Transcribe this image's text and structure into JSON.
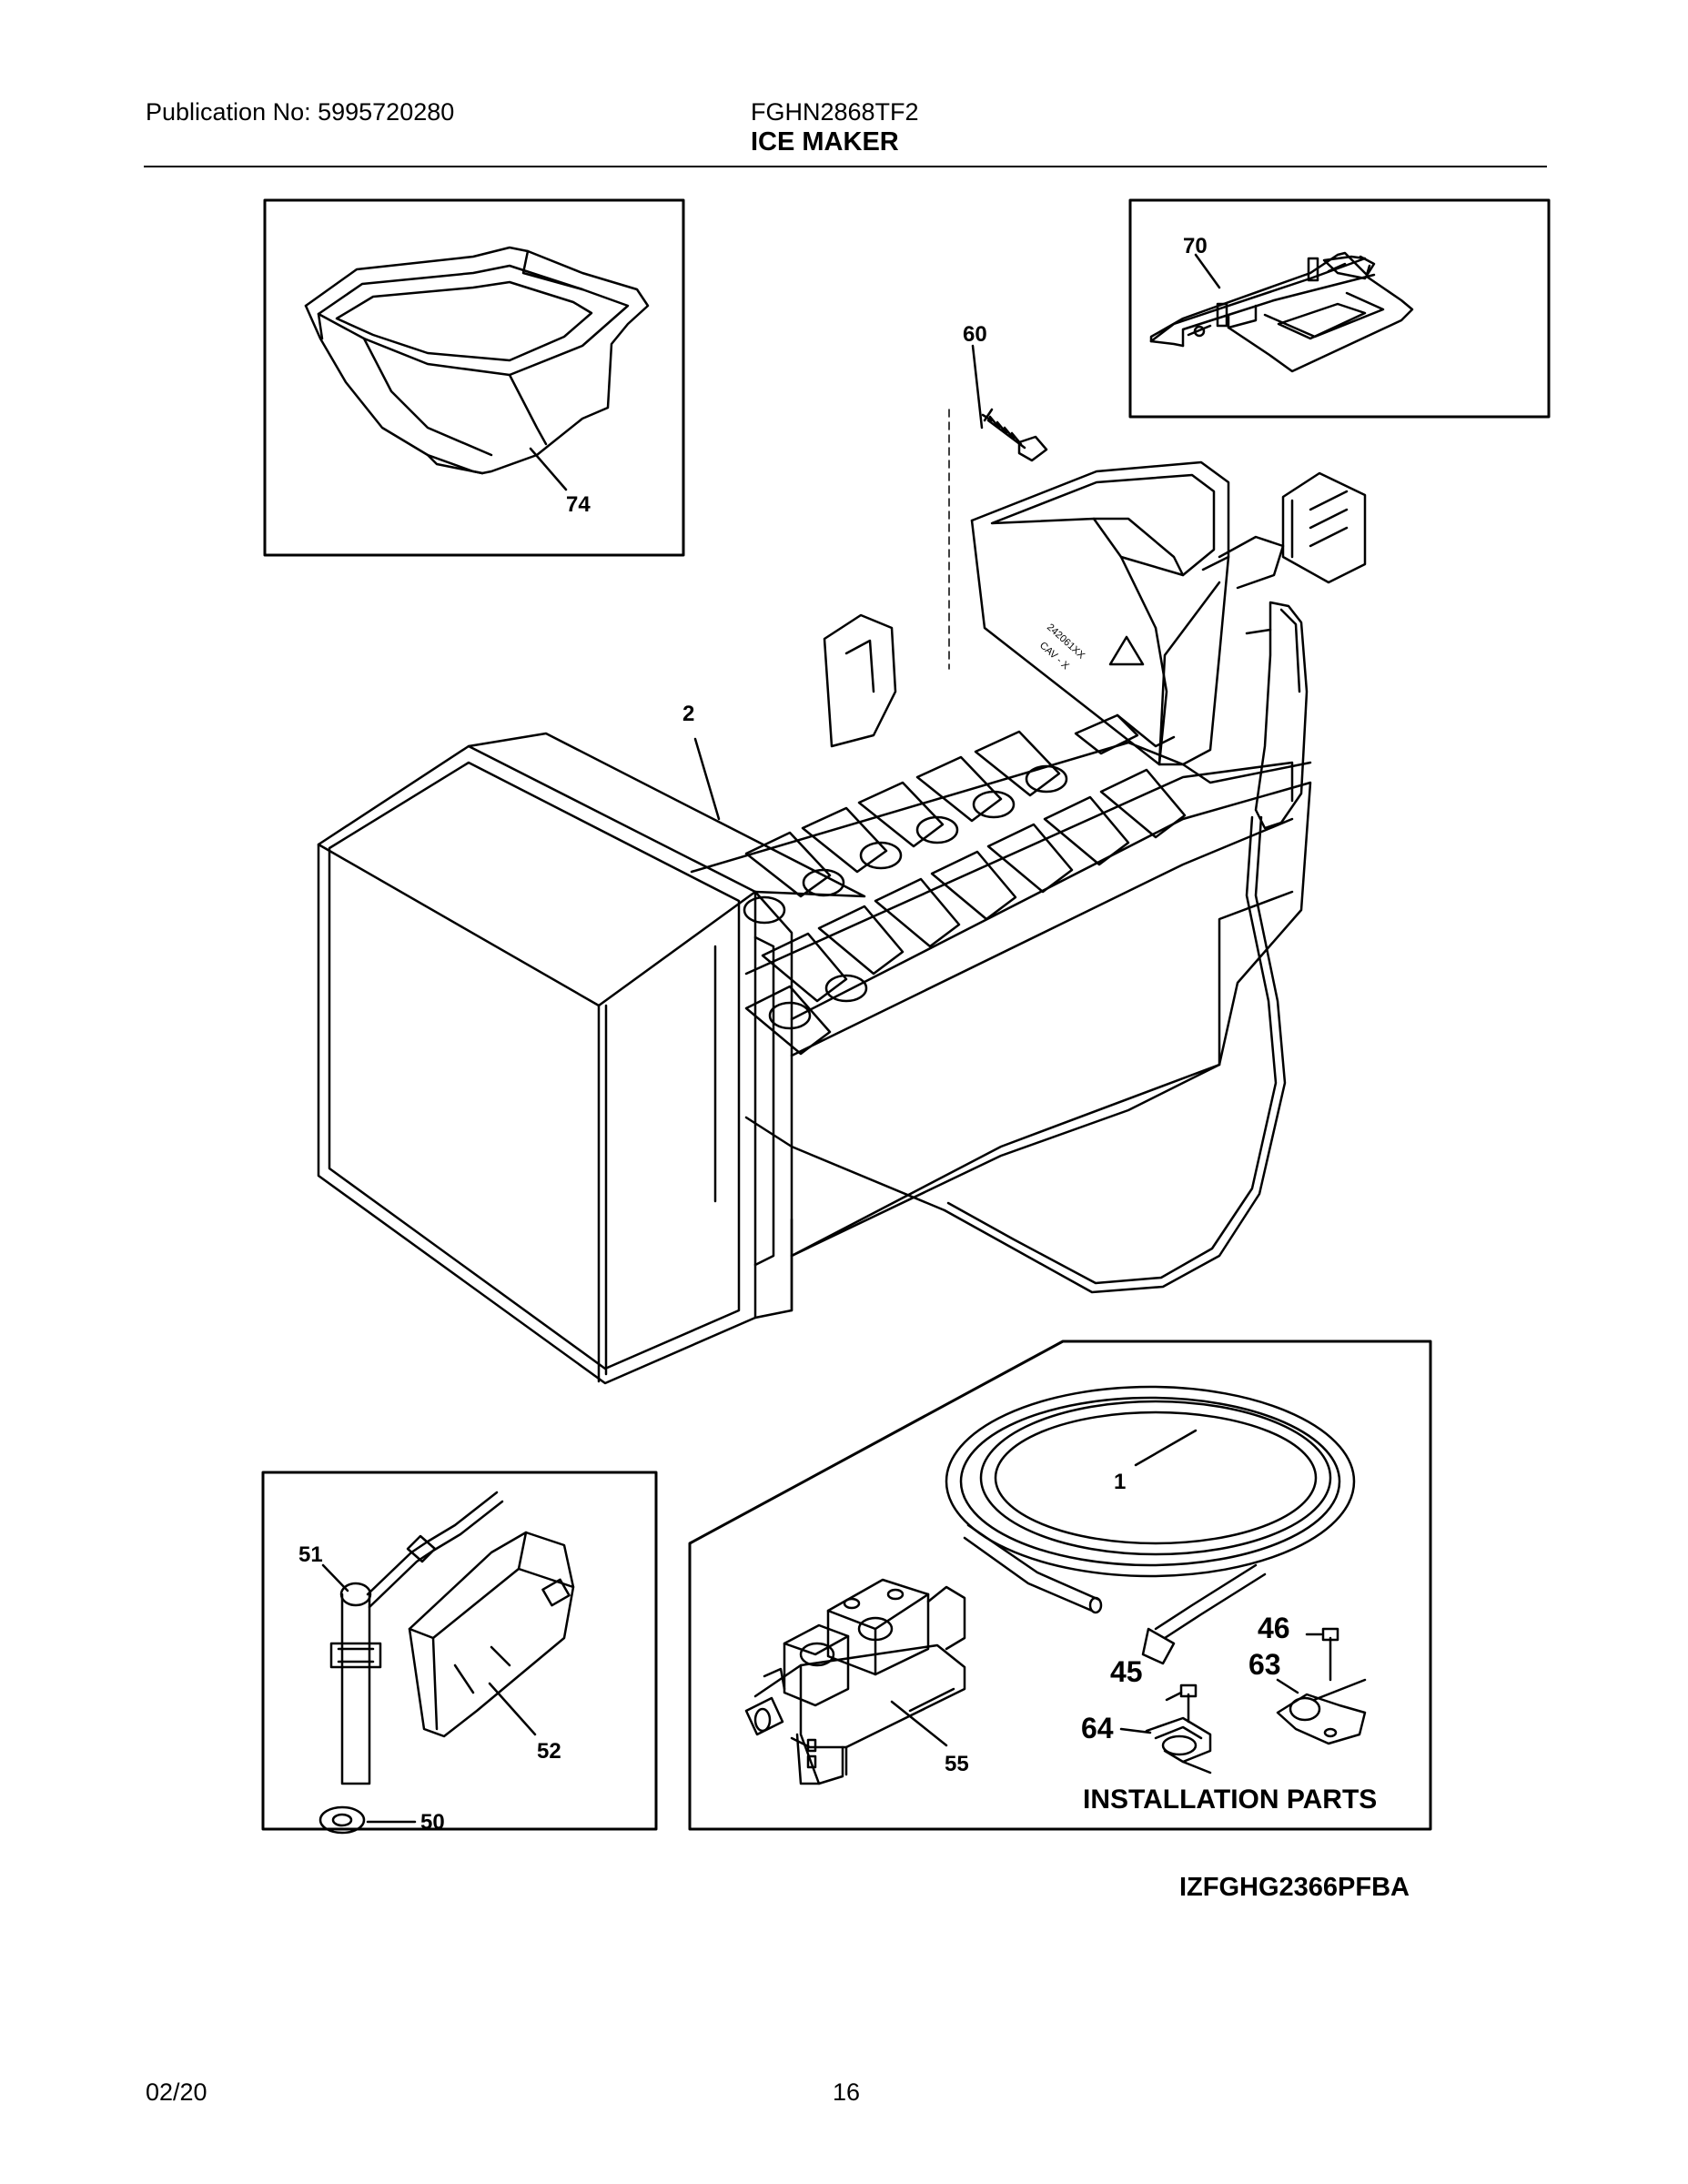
{
  "header": {
    "publication": "Publication No: 5995720280",
    "model": "FGHN2868TF2",
    "title": "ICE MAKER"
  },
  "callouts": {
    "c1": "1",
    "c2": "2",
    "c45": "45",
    "c46": "46",
    "c50": "50",
    "c51": "51",
    "c52": "52",
    "c55": "55",
    "c60": "60",
    "c63": "63",
    "c64": "64",
    "c70": "70",
    "c74": "74"
  },
  "installation_label": "INSTALLATION PARTS",
  "diagram_code": "IZFGHG2366PFBA",
  "footer": {
    "date": "02/20",
    "page": "16"
  }
}
